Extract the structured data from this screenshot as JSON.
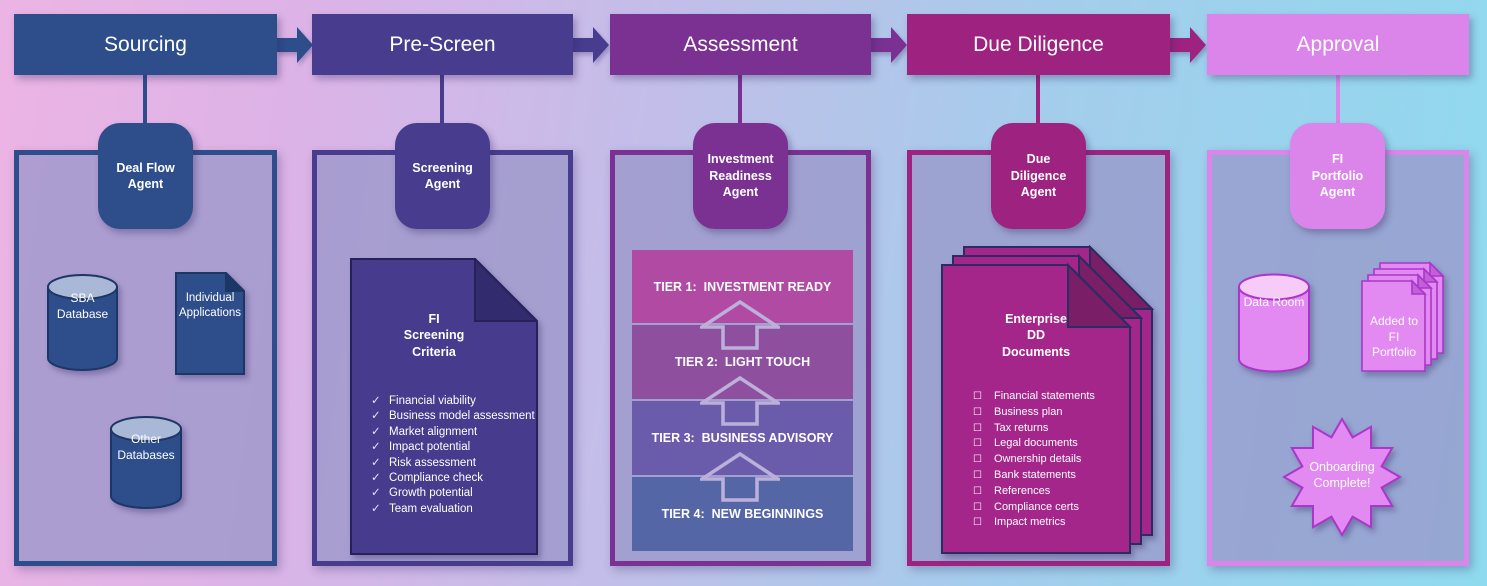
{
  "background": {
    "gradient": [
      "#ecb4e4 0%",
      "#dcb3e7 20%",
      "#c0bfe9 45%",
      "#a4cdec 68%",
      "#8fdaee 100%"
    ]
  },
  "theme": {
    "panel_fill": "rgba(152,150,200,0.75)",
    "text_color": "#ffffff"
  },
  "icons": {
    "check_glyph": "✓",
    "checkbox_glyph": "☐"
  },
  "stages": [
    {
      "title": "Sourcing",
      "agent_label": "Deal Flow\nAgent",
      "colors": {
        "main": "#2e4d8b",
        "shape": "#2e4d8b",
        "cylinder_top": "#a9b8d6",
        "outline": "#1c3766"
      },
      "shapes": {
        "cylinder_1": "SBA\nDatabase",
        "document_1": "Individual\nApplications",
        "cylinder_2": "Other\nDatabases"
      }
    },
    {
      "title": "Pre-Screen",
      "agent_label": "Screening\nAgent",
      "colors": {
        "main": "#473c8e",
        "doc": "#463b8d",
        "flap": "#322c6e",
        "outline": "#262259"
      },
      "document": {
        "title": "FI\nScreening\nCriteria",
        "items": [
          "Financial viability",
          "Business model assessment",
          "Market alignment",
          "Impact potential",
          "Risk assessment",
          "Compliance check",
          "Growth potential",
          "Team evaluation"
        ]
      }
    },
    {
      "title": "Assessment",
      "agent_label": "Investment\nReadiness\nAgent",
      "colors": {
        "main": "#7b3191",
        "arrow_outline": "#bcb0da"
      },
      "tiers": [
        {
          "label": "TIER 1:  INVESTMENT READY",
          "color": "#b04aa2"
        },
        {
          "label": "TIER 2:  LIGHT TOUCH",
          "color": "#8e4f9f"
        },
        {
          "label": "TIER 3:  BUSINESS ADVISORY",
          "color": "#6a5caa"
        },
        {
          "label": "TIER 4:  NEW BEGINNINGS",
          "color": "#5566a6"
        }
      ]
    },
    {
      "title": "Due Diligence",
      "agent_label": "Due\nDiligence\nAgent",
      "colors": {
        "main": "#9e2280",
        "doc": "#a5268b",
        "flap": "#7a1e68",
        "outline": "#2c2c63"
      },
      "documents": {
        "title": "Enterprise\nDD\nDocuments",
        "items": [
          "Financial statements",
          "Business plan",
          "Tax returns",
          "Legal documents",
          "Ownership details",
          "Bank statements",
          "References",
          "Compliance certs",
          "Impact metrics"
        ]
      }
    },
    {
      "title": "Approval",
      "agent_label": "FI\nPortfolio\nAgent",
      "colors": {
        "main": "#db84ea",
        "shape": "#e289f2",
        "flap": "#c45fd8",
        "outline": "#a937c9",
        "cylinder_top": "#f6cbf8"
      },
      "shapes": {
        "cylinder": "Data Room",
        "stack": "Added to\nFI\nPortfolio",
        "star": "Onboarding\nComplete!"
      }
    }
  ]
}
